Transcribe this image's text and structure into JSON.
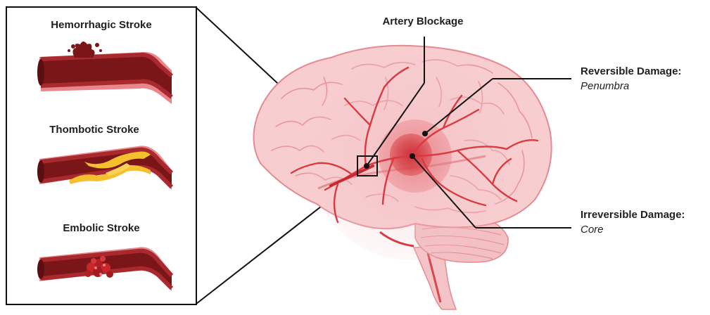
{
  "inset_panel": {
    "hemorrhagic_title": "Hemorrhagic Stroke",
    "thrombotic_title": "Thombotic Stroke",
    "embolic_title": "Embolic Stroke"
  },
  "brain_labels": {
    "artery_blockage": "Artery Blockage",
    "reversible_title": "Reversible Damage:",
    "reversible_sub": "Penumbra",
    "irreversible_title": "Irreversible Damage:",
    "irreversible_sub": "Core"
  },
  "colors": {
    "vessel_wall": "#8b1a1a",
    "blood": "#7a1518",
    "vessel_outer": "#e8868b",
    "plaque": "#f4c02e",
    "brain_fill": "#f7cdd0",
    "brain_stroke": "#e48a91",
    "artery": "#d93a3f",
    "damage_zone": "#d9464c"
  }
}
